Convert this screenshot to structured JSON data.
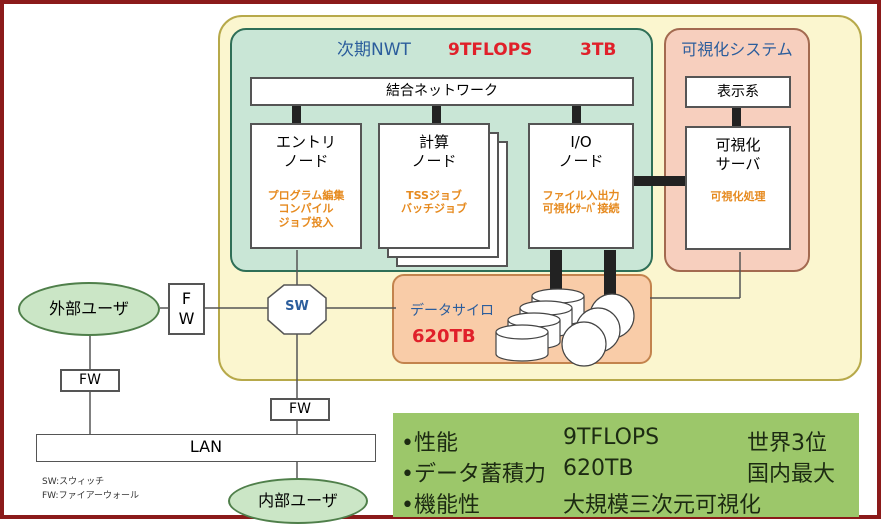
{
  "system": {
    "nwt_title": "次期NWT",
    "nwt_flops": "9TFLOPS",
    "nwt_storage": "3TB",
    "network": "結合ネットワーク",
    "nodes": {
      "entry": {
        "title_line1": "エントリ",
        "title_line2": "ノード",
        "desc_line1": "プログラム編集",
        "desc_line2": "コンパイル",
        "desc_line3": "ジョブ投入"
      },
      "compute": {
        "title_line1": "計算",
        "title_line2": "ノード",
        "desc_line1": "TSSジョブ",
        "desc_line2": "バッチジョブ"
      },
      "io": {
        "title_line1": "I/O",
        "title_line2": "ノード",
        "desc_line1": "ファイル入出力",
        "desc_line2": "可視化ｻｰﾊﾞ接続"
      }
    },
    "visualization": {
      "title": "可視化システム",
      "display": "表示系",
      "server_line1": "可視化",
      "server_line2": "サーバ",
      "server_desc": "可視化処理"
    },
    "data_silo": {
      "label": "データサイロ",
      "capacity": "620TB"
    }
  },
  "network": {
    "external_user": "外部ユーザ",
    "internal_user": "内部ユーザ",
    "fw_vertical_line1": "F",
    "fw_vertical_line2": "W",
    "fw_left": "FW",
    "fw_center": "FW",
    "sw": "SW",
    "lan": "LAN"
  },
  "legend": {
    "sw": "SW:スウィッチ",
    "fw": "FW:ファイアーウォール"
  },
  "performance": [
    {
      "label": "•性能",
      "value": "9TFLOPS",
      "note": "世界3位"
    },
    {
      "label": "•データ蓄積力",
      "value": "620TB",
      "note": "国内最大"
    },
    {
      "label": "•機能性",
      "value": "大規模三次元可視化",
      "note": ""
    }
  ],
  "colors": {
    "frame": "#8b1a1a",
    "system_bg": "#fbf6cf",
    "nwt_panel": "#c9e6d6",
    "vis_panel": "#f7cfbe",
    "silo_panel": "#f9cca8",
    "user_ellipse": "#cbe6c6",
    "performance_bg": "#9cc76a",
    "highlight_red": "#e0202a",
    "desc_orange": "#e68a1f"
  }
}
